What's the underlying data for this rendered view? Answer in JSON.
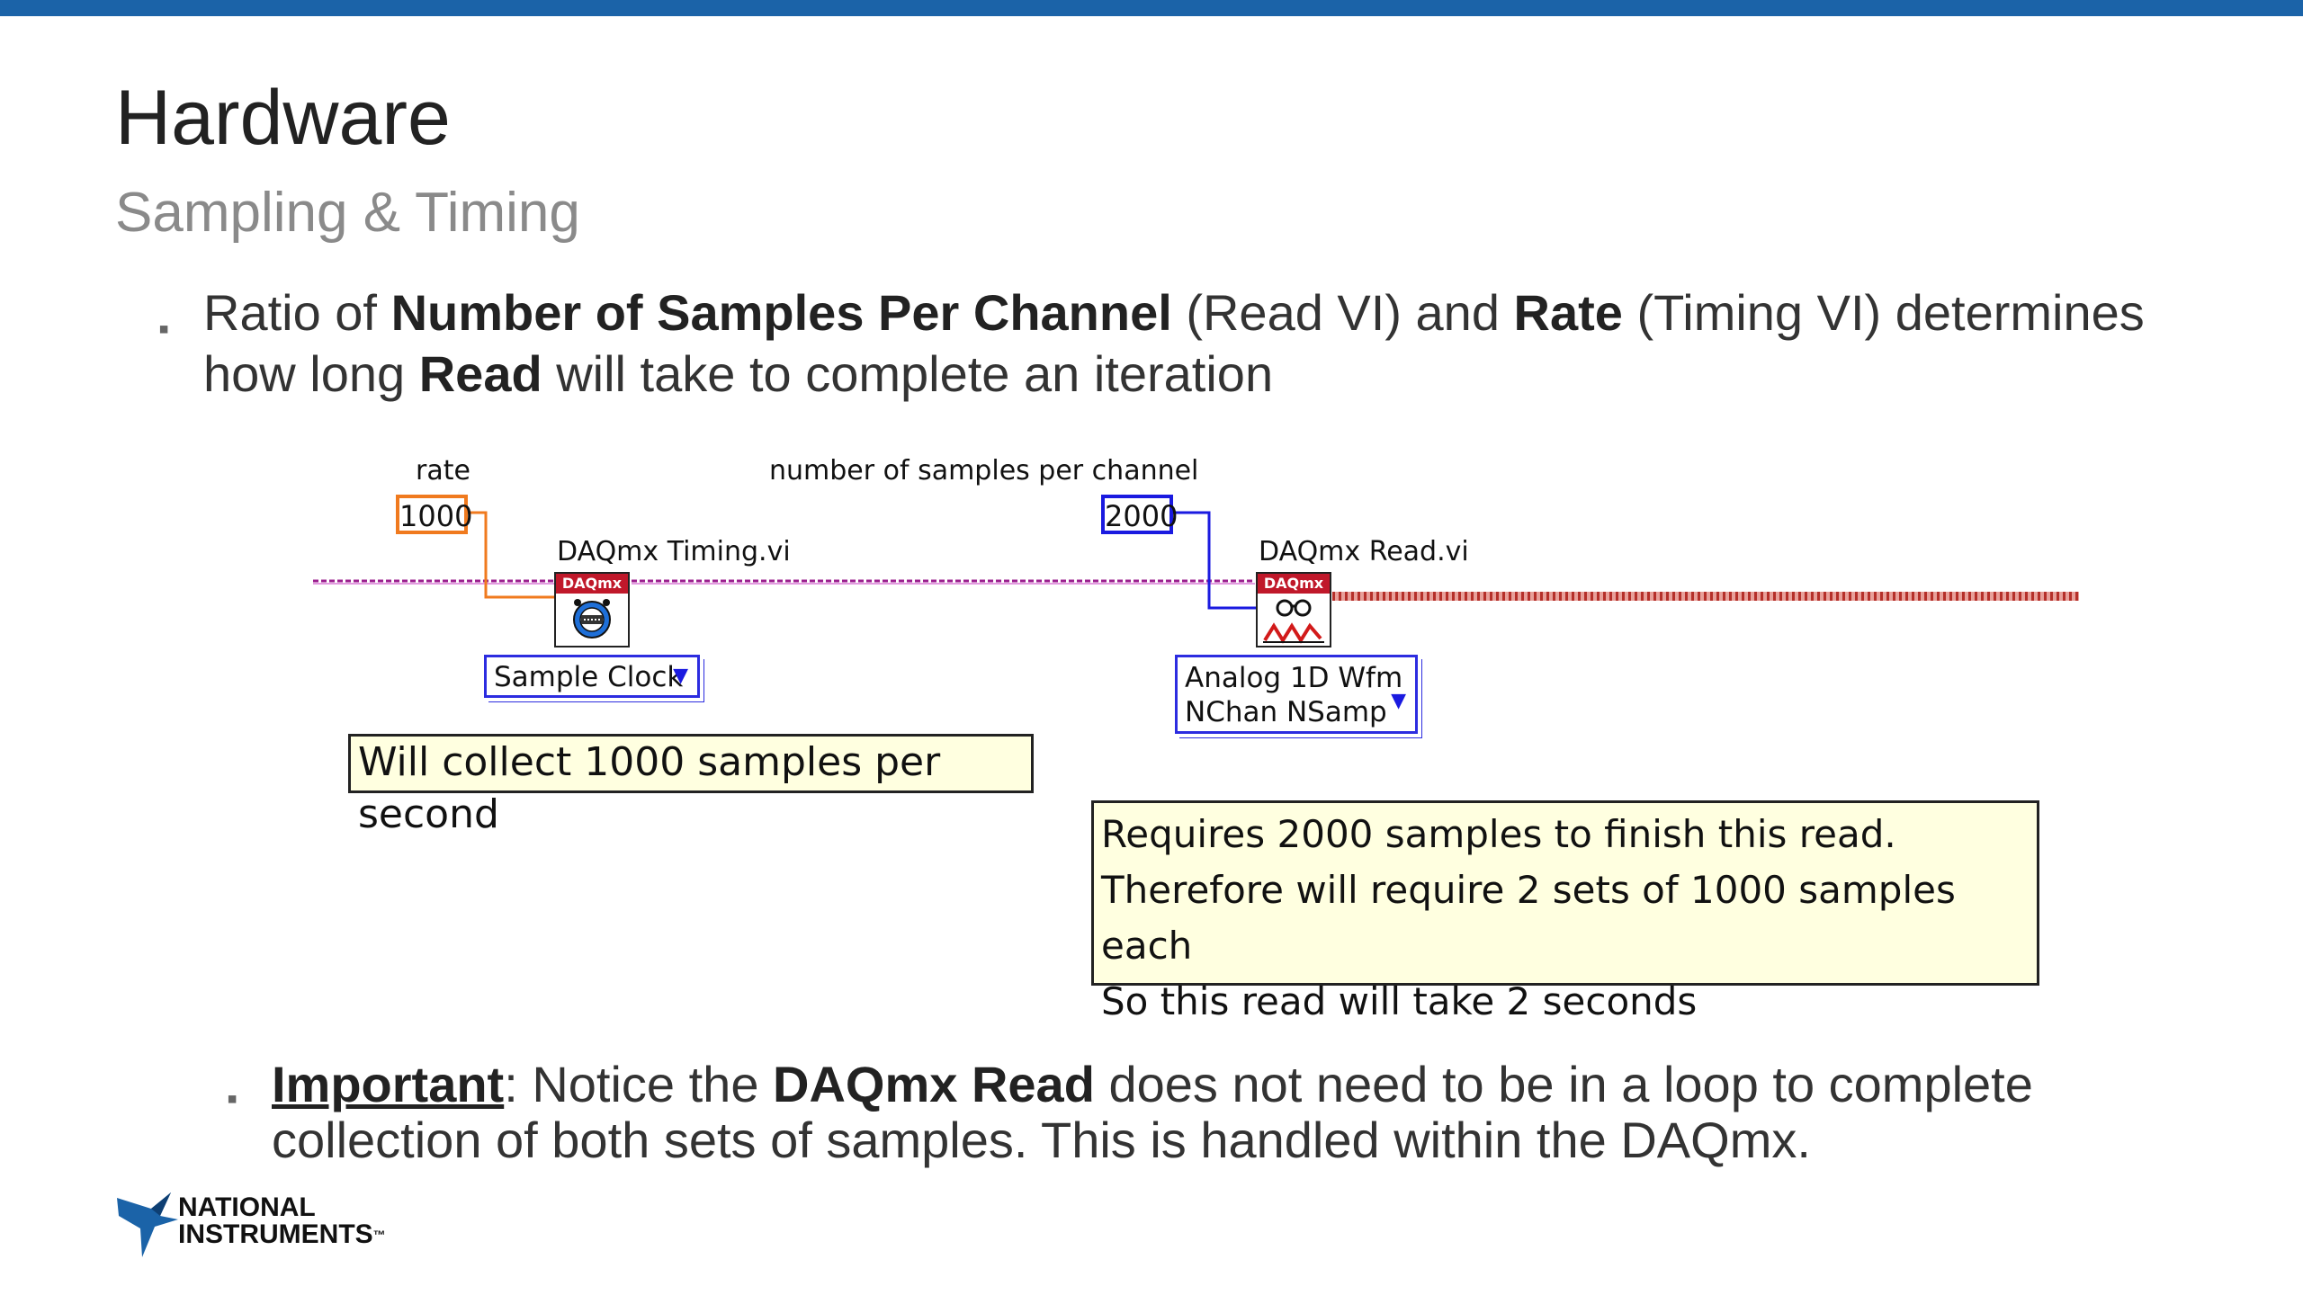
{
  "slide": {
    "title": "Hardware",
    "subtitle": "Sampling & Timing"
  },
  "bullet1": {
    "t1": "Ratio of ",
    "b1": "Number of Samples Per Channel",
    "t2": " (Read VI) and ",
    "b2": "Rate",
    "t3": " (Timing VI) determines how long ",
    "b3": "Read",
    "t4": " will take to complete an iteration"
  },
  "diagram": {
    "rate_label": "rate",
    "rate_value": "1000",
    "samples_label": "number of samples per channel",
    "samples_value": "2000",
    "timing_vi_label": "DAQmx Timing.vi",
    "read_vi_label": "DAQmx Read.vi",
    "vi_header": "DAQmx",
    "timing_mode": "Sample Clock",
    "read_mode_line1": "Analog 1D Wfm",
    "read_mode_line2": "NChan NSamp",
    "note1": "Will collect 1000 samples per second",
    "note2_line1": "Requires 2000 samples to finish this read.",
    "note2_line2": "Therefore will require 2 sets of 1000 samples each",
    "note2_line3": "So this read will take 2 seconds",
    "colors": {
      "orange_wire": "#f07a1e",
      "blue_wire": "#1a1ae0",
      "task_wire": "#9b1f8f",
      "data_wire": "#c0392b"
    }
  },
  "bullet2": {
    "u1": "Important",
    "t1": ":  Notice the ",
    "b1": "DAQmx Read",
    "t2": " does not need to be in a loop to complete collection of both sets of samples. This is handled within the DAQmx."
  },
  "logo": {
    "line1": "NATIONAL",
    "line2": "INSTRUMENTS",
    "mark": "™"
  }
}
